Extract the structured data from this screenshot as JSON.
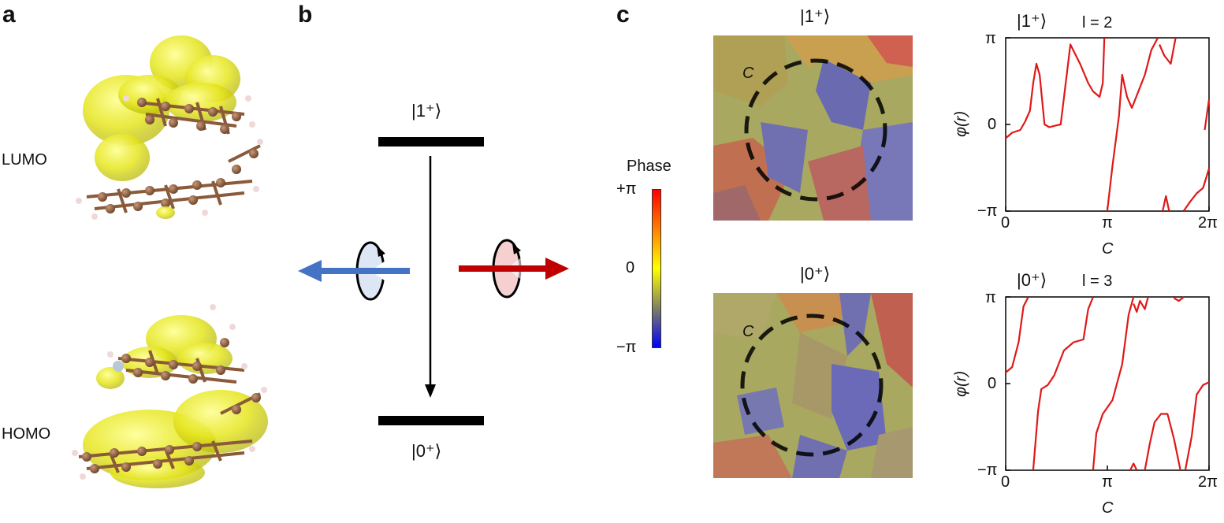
{
  "panels": {
    "a": "a",
    "b": "b",
    "c": "c"
  },
  "panel_a": {
    "lumo": "LUMO",
    "homo": "HOMO"
  },
  "panel_b": {
    "upper_state": "|1⁺⟩",
    "lower_state": "|0⁺⟩"
  },
  "colorbar": {
    "title": "Phase",
    "top": "+π",
    "mid": "0",
    "bottom": "−π",
    "colors": [
      "#ff0000",
      "#ff8000",
      "#ffff00",
      "#808060",
      "#0000ff"
    ]
  },
  "phase_maps": {
    "top": {
      "state": "|1⁺⟩",
      "contour_label": "C"
    },
    "bottom": {
      "state": "|0⁺⟩",
      "contour_label": "C"
    }
  },
  "plots": {
    "top": {
      "state": "|1⁺⟩",
      "l_label": "l = 2",
      "ylabel": "φ(r)",
      "xlabel": "C",
      "yticks": [
        "π",
        "0",
        "−π"
      ],
      "xticks": [
        "0",
        "π",
        "2π"
      ]
    },
    "bottom": {
      "state": "|0⁺⟩",
      "l_label": "l = 3",
      "ylabel": "φ(r)",
      "xlabel": "C",
      "yticks": [
        "π",
        "0",
        "−π"
      ],
      "xticks": [
        "0",
        "π",
        "2π"
      ]
    }
  },
  "chart_data": [
    {
      "type": "line",
      "title": "|1⁺⟩  l = 2",
      "xlabel": "C",
      "ylabel": "φ(r)",
      "xlim": [
        0,
        6.283
      ],
      "ylim": [
        -3.1416,
        3.1416
      ],
      "series": [
        {
          "x": [
            0,
            0.2,
            0.45,
            0.6,
            0.75,
            0.85,
            0.95,
            1.05,
            1.2,
            1.35,
            1.5,
            1.7,
            2.0,
            2.3,
            2.55,
            2.7,
            2.9,
            3.0,
            3.05
          ],
          "y": [
            -0.5,
            -0.3,
            -0.2,
            0.1,
            0.5,
            1.5,
            2.2,
            1.8,
            0.0,
            -0.1,
            -0.05,
            0.0,
            2.9,
            2.2,
            1.5,
            1.2,
            1.0,
            1.5,
            3.14
          ]
        },
        {
          "x": [
            3.14,
            3.3,
            3.5,
            3.6,
            3.75,
            3.9,
            4.1,
            4.3,
            4.5,
            4.7
          ],
          "y": [
            -3.14,
            -1.5,
            0.3,
            1.8,
            1.0,
            0.6,
            1.2,
            1.8,
            2.7,
            3.14
          ]
        },
        {
          "x": [
            4.75,
            4.9,
            5.1,
            5.25
          ],
          "y": [
            2.9,
            2.5,
            2.2,
            3.14
          ]
        },
        {
          "x": [
            4.85,
            4.95,
            5.05
          ],
          "y": [
            -3.14,
            -2.6,
            -3.14
          ]
        },
        {
          "x": [
            5.5,
            5.7,
            5.9,
            6.1,
            6.283
          ],
          "y": [
            -3.14,
            -2.8,
            -2.5,
            -2.3,
            -1.6
          ]
        },
        {
          "x": [
            6.15,
            6.283
          ],
          "y": [
            -0.2,
            0.9
          ]
        }
      ]
    },
    {
      "type": "line",
      "title": "|0⁺⟩  l = 3",
      "xlabel": "C",
      "ylabel": "φ(r)",
      "xlim": [
        0,
        6.283
      ],
      "ylim": [
        -3.1416,
        3.1416
      ],
      "series": [
        {
          "x": [
            0,
            0.2,
            0.4,
            0.55,
            0.7
          ],
          "y": [
            0.4,
            0.6,
            1.5,
            2.8,
            3.14
          ]
        },
        {
          "x": [
            0.85,
            1.0,
            1.1,
            1.3,
            1.5,
            1.8,
            2.1,
            2.4,
            2.55,
            2.7
          ],
          "y": [
            -3.14,
            -1.0,
            -0.2,
            -0.05,
            0.3,
            1.2,
            1.5,
            1.6,
            2.7,
            3.14
          ]
        },
        {
          "x": [
            2.7,
            2.8,
            3.0,
            3.3,
            3.6,
            3.8,
            3.95
          ],
          "y": [
            -3.14,
            -1.8,
            -1.1,
            -0.6,
            0.7,
            2.5,
            3.14
          ]
        },
        {
          "x": [
            3.95,
            4.05,
            4.15,
            4.3,
            4.4
          ],
          "y": [
            2.9,
            2.6,
            3.0,
            2.7,
            3.14
          ]
        },
        {
          "x": [
            3.85,
            3.95,
            4.05
          ],
          "y": [
            -3.14,
            -2.9,
            -3.14
          ]
        },
        {
          "x": [
            4.3,
            4.45,
            4.6,
            4.8,
            5.0,
            5.2,
            5.4
          ],
          "y": [
            -3.14,
            -2.2,
            -1.4,
            -1.1,
            -1.1,
            -2.0,
            -3.14
          ]
        },
        {
          "x": [
            5.2,
            5.35,
            5.5
          ],
          "y": [
            3.1,
            3.0,
            3.14
          ]
        },
        {
          "x": [
            5.55,
            5.75,
            5.9,
            6.1,
            6.283
          ],
          "y": [
            -3.14,
            -1.9,
            -0.4,
            -0.05,
            0.05
          ]
        }
      ]
    }
  ]
}
